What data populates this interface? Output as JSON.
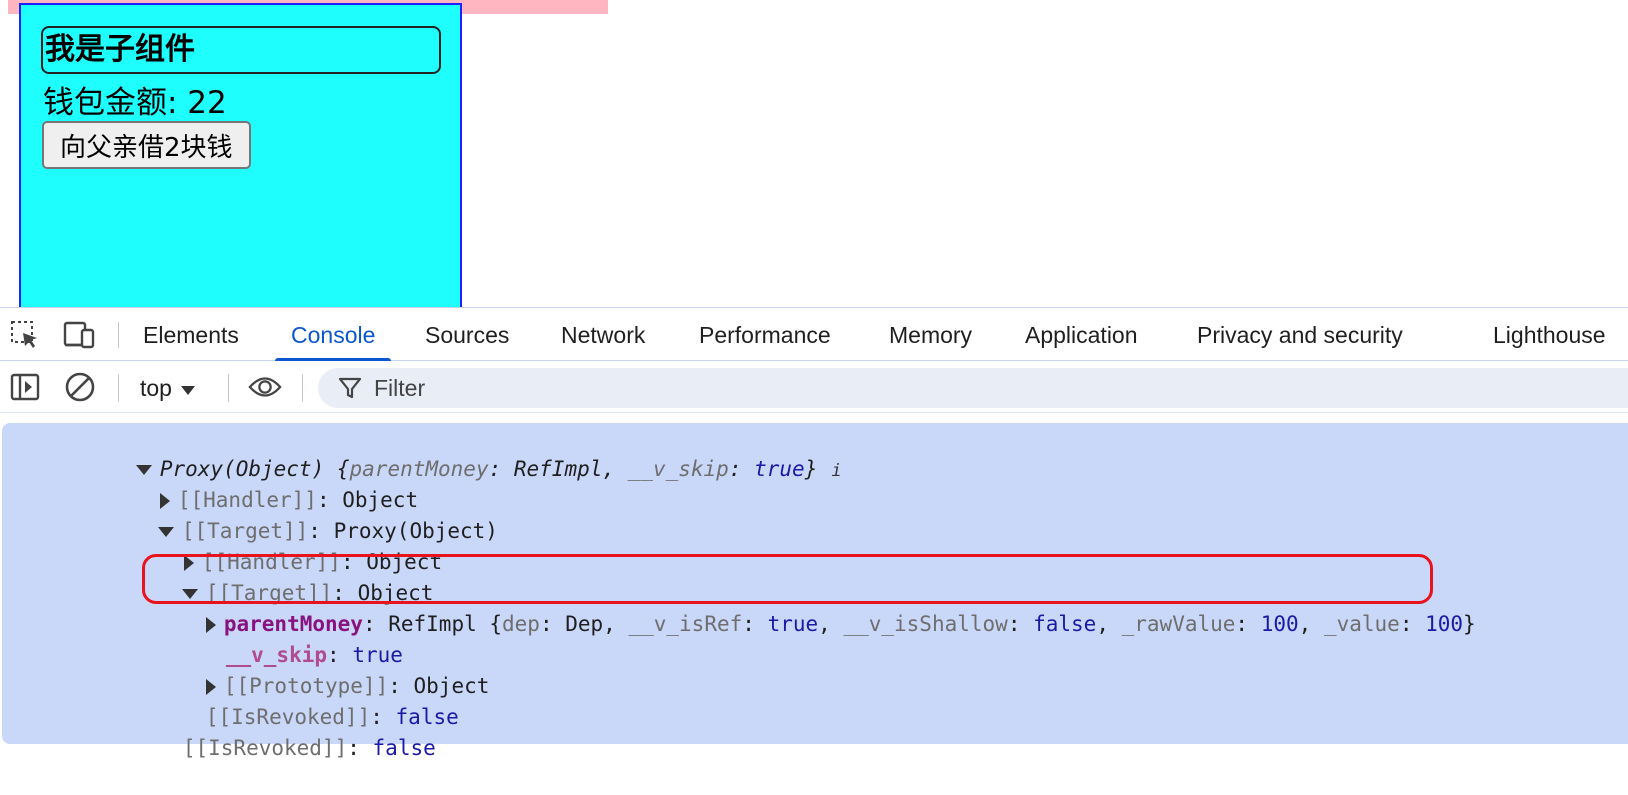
{
  "page": {
    "child_title": "我是子组件",
    "wallet_text": "钱包金额: 22",
    "borrow_button": "向父亲借2块钱"
  },
  "devtools": {
    "tabs": [
      "Elements",
      "Console",
      "Sources",
      "Network",
      "Performance",
      "Memory",
      "Application",
      "Privacy and security",
      "Lighthouse"
    ],
    "active_tab": "Console",
    "icons": [
      "inspect-element-icon",
      "device-toolbar-icon",
      "sidebar-toggle-icon",
      "clear-console-icon",
      "eye-icon",
      "filter-icon",
      "chevron-down-icon"
    ],
    "toolbar": {
      "context": "top",
      "filter_placeholder": "Filter"
    }
  },
  "console": {
    "root": {
      "prefix": "Proxy(Object) {",
      "k1": "parentMoney",
      "sep1": ": RefImpl, ",
      "k2": "__v_skip",
      "sep2": ": ",
      "v2": "true",
      "suffix": "}",
      "info": "i"
    },
    "handler1": {
      "key": "[[Handler]]",
      "value": ": Object"
    },
    "target1": {
      "key": "[[Target]]",
      "value": ": Proxy(Object)"
    },
    "handler2": {
      "key": "[[Handler]]",
      "value": ": Object"
    },
    "target2": {
      "key": "[[Target]]",
      "value": ": Object"
    },
    "parent_money": {
      "key": "parentMoney",
      "p1": ": RefImpl {",
      "k_dep": "dep",
      "v_dep": ": Dep, ",
      "k_isref": "__v_isRef",
      "s_isref": ": ",
      "v_isref": "true",
      "c1": ", ",
      "k_shallow": "__v_isShallow",
      "s_shallow": ": ",
      "v_shallow": "false",
      "c2": ", ",
      "k_raw": "_rawValue",
      "s_raw": ": ",
      "v_raw": "100",
      "c3": ", ",
      "k_value": "_value",
      "s_value": ": ",
      "v_value": "100",
      "end": "}"
    },
    "v_skip": {
      "key": "__v_skip",
      "sep": ": ",
      "value": "true"
    },
    "prototype": {
      "key": "[[Prototype]]",
      "value": ": Object"
    },
    "revoked_inner": {
      "key": "[[IsRevoked]]",
      "sep": ": ",
      "value": "false"
    },
    "revoked_outer": {
      "key": "[[IsRevoked]]",
      "sep": ": ",
      "value": "false"
    }
  },
  "colors": {
    "child_bg": "#1efffd",
    "child_border": "#1f1fff",
    "pink_bar": "#ffb6c1",
    "active_tab": "#0b57d0",
    "selection_bg": "#c9d7f8",
    "highlight": "#e8131d"
  }
}
